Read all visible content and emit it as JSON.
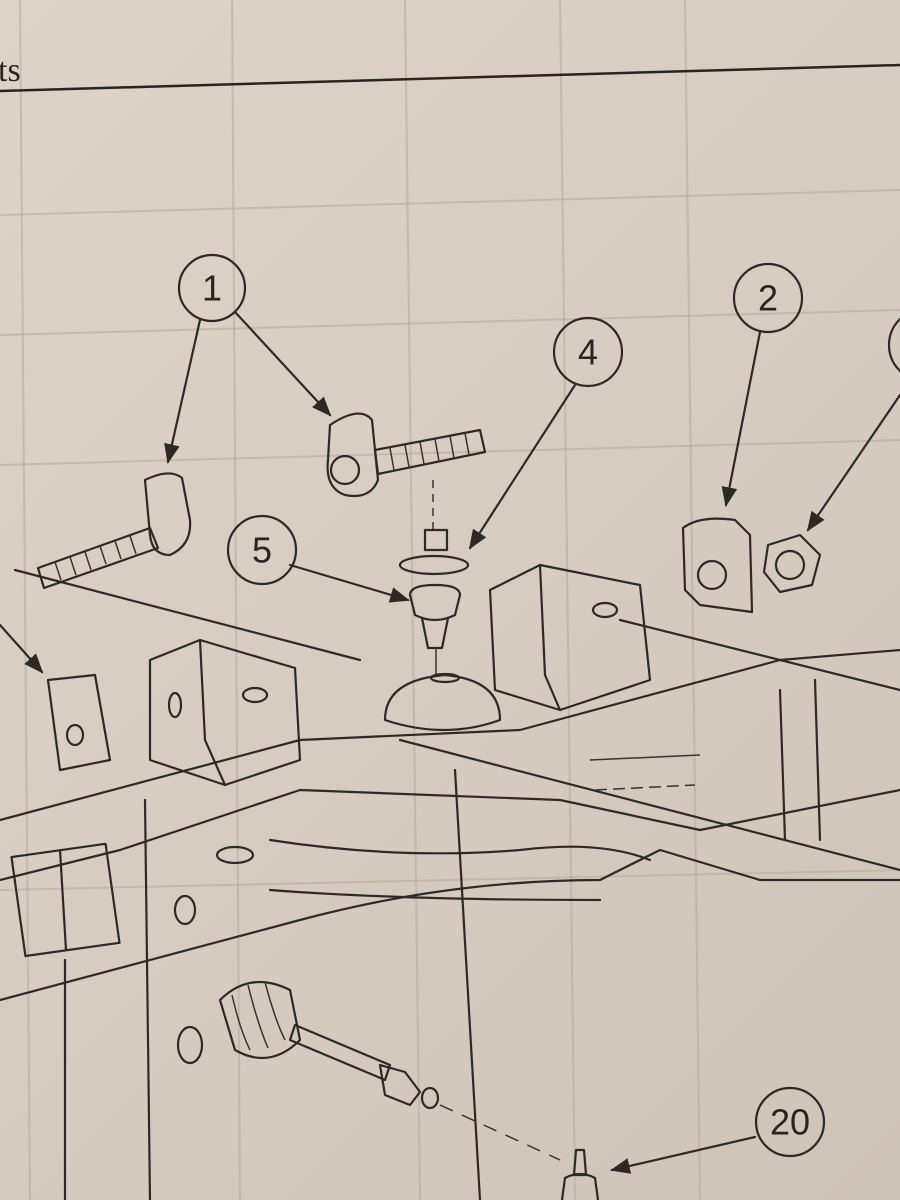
{
  "header": {
    "title_fragment": "ts"
  },
  "diagram": {
    "callouts": [
      {
        "id": "callout-1",
        "label": "1"
      },
      {
        "id": "callout-2",
        "label": "2"
      },
      {
        "id": "callout-4",
        "label": "4"
      },
      {
        "id": "callout-5",
        "label": "5"
      },
      {
        "id": "callout-20",
        "label": "20"
      }
    ],
    "colors": {
      "paper": "#d8cec3",
      "ink": "#2f2925"
    }
  }
}
